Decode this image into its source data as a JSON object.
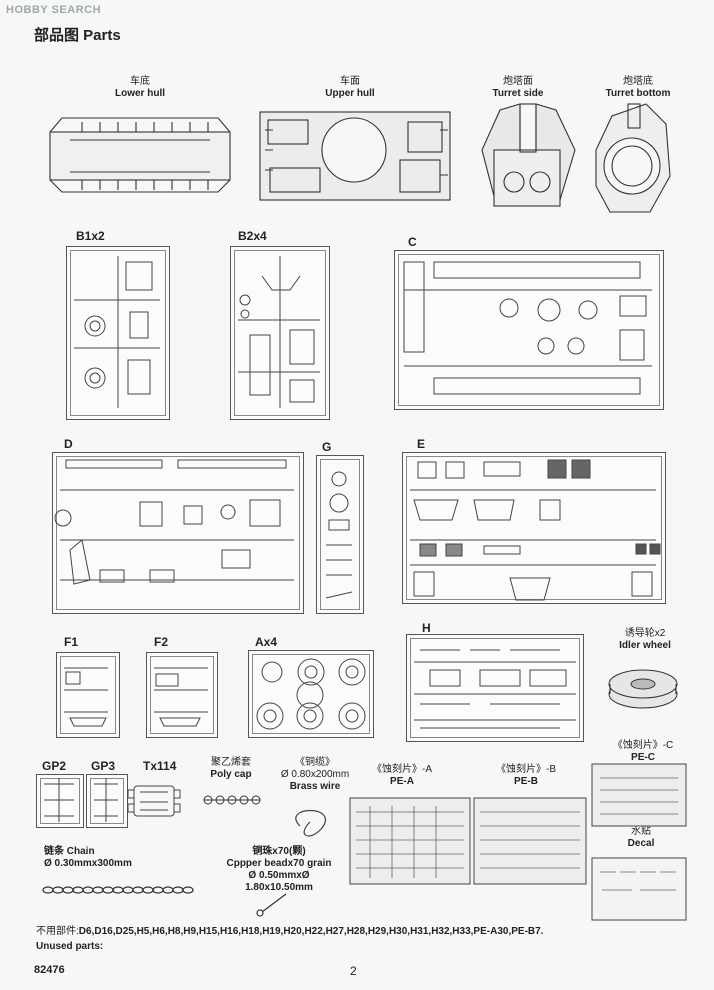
{
  "watermark": "HOBBY SEARCH",
  "page_title": "部品图 Parts",
  "hull": {
    "lower_cn": "车底",
    "lower_en": "Lower hull",
    "upper_cn": "车面",
    "upper_en": "Upper hull",
    "turret_side_cn": "炮塔面",
    "turret_side_en": "Turret side",
    "turret_bottom_cn": "炮塔底",
    "turret_bottom_en": "Turret bottom"
  },
  "sprues": {
    "b1": "B1x2",
    "b2": "B2x4",
    "c": "C",
    "d": "D",
    "g": "G",
    "e": "E",
    "f1": "F1",
    "f2": "F2",
    "a": "Ax4",
    "h": "H",
    "gp2": "GP2",
    "gp3": "GP3",
    "tx": "Tx114"
  },
  "idler": {
    "cn": "诱导轮x2",
    "en": "Idler wheel"
  },
  "poly": {
    "cn": "聚乙烯套",
    "en": "Poly cap"
  },
  "brass": {
    "cn": "《铜缆》",
    "spec": "Ø 0.80x200mm",
    "en": "Brass wire"
  },
  "pe_a": {
    "cn": "《蚀刻片》-A",
    "en": "PE-A"
  },
  "pe_b": {
    "cn": "《蚀刻片》-B",
    "en": "PE-B"
  },
  "pe_c": {
    "cn": "《蚀刻片》-C",
    "en": "PE-C"
  },
  "decal": {
    "cn": "水贴",
    "en": "Decal"
  },
  "chain": {
    "cn": "链条 Chain",
    "spec": "Ø 0.30mmx300mm"
  },
  "beads": {
    "cn": "铜珠x70(颗)",
    "en": "Cppper beadx70 grain",
    "spec": "Ø 0.50mmxØ 1.80x10.50mm"
  },
  "unused": {
    "label_cn": "不用部件:",
    "list": "D6,D16,D25,H5,H6,H8,H9,H15,H16,H18,H19,H20,H22,H27,H28,H29,H30,H31,H32,H33,PE-A30,PE-B7.",
    "label_en": "Unused parts:"
  },
  "footer": {
    "code": "82476",
    "page": "2"
  }
}
